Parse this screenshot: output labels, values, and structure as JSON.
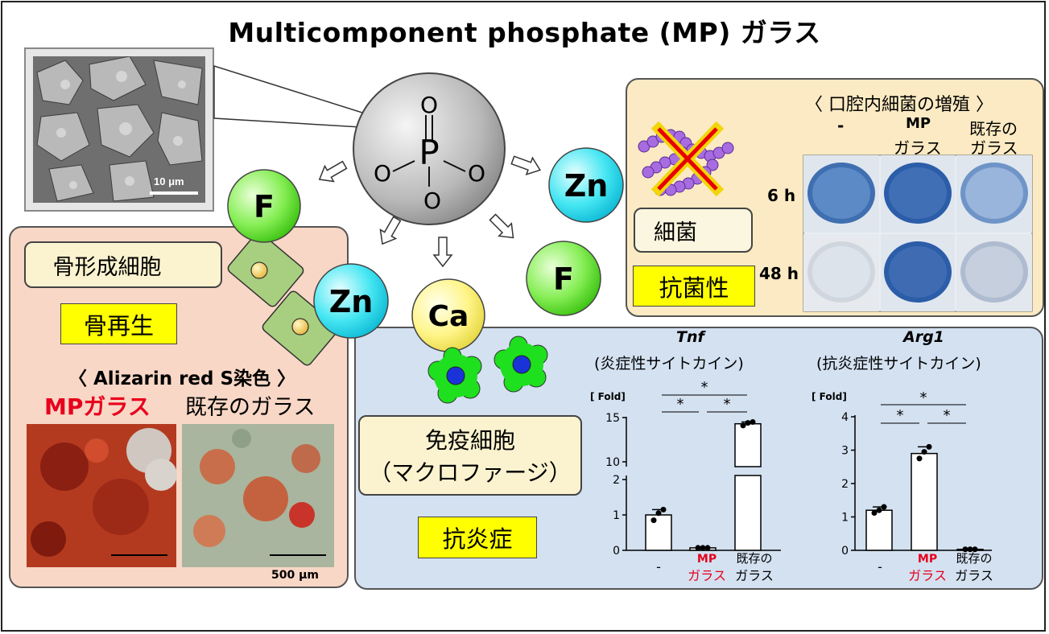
{
  "title": "Multicomponent phosphate (MP) ガラス",
  "sem": {
    "scale": "10 μm"
  },
  "molecule": {
    "P": "P",
    "O_top": "O",
    "O_left": "O",
    "O_right": "O",
    "O_bottom": "O"
  },
  "ions": {
    "F": "F",
    "Zn": "Zn",
    "Ca": "Ca"
  },
  "bone": {
    "cell_label": "骨形成細胞",
    "effect": "骨再生",
    "stain_title": "〈 Alizarin red S染色 〉",
    "mp_label": "MPガラス",
    "existing_label": "既存のガラス",
    "scale": "500 μm"
  },
  "bacteria": {
    "title": "〈 口腔内細菌の増殖 〉",
    "cols": [
      "-",
      "MP\nガラス",
      "既存の\nガラス"
    ],
    "col_control": "-",
    "col_mp_1": "MP",
    "col_mp_2": "ガラス",
    "col_ex_1": "既存の",
    "col_ex_2": "ガラス",
    "row_6h": "6 h",
    "row_48h": "48 h",
    "bacteria_label": "細菌",
    "effect": "抗菌性"
  },
  "immune": {
    "cell_line1": "免疫細胞",
    "cell_line2": "（マクロファージ）",
    "effect": "抗炎症",
    "colors": {
      "mp": "#e8001c",
      "cell_green": "#1ee01e",
      "nucleus": "#1a33d9"
    }
  },
  "chart_data": [
    {
      "type": "bar",
      "title": "Tnf",
      "subtitle": "(炎症性サイトカイン)",
      "ylabel": "[ Fold]",
      "categories": [
        "-",
        "MP ガラス",
        "既存の ガラス"
      ],
      "values": [
        1.0,
        0.07,
        14.3
      ],
      "points": [
        [
          0.85,
          1.05,
          1.15
        ],
        [
          0.07,
          0.07,
          0.07
        ],
        [
          14.1,
          14.4,
          14.5
        ]
      ],
      "yaxis_break": [
        2,
        10
      ],
      "yticks": [
        0,
        1,
        2,
        10,
        15
      ],
      "significance": [
        "*",
        "*",
        "*"
      ]
    },
    {
      "type": "bar",
      "title": "Arg1",
      "subtitle": "(抗炎症性サイトカイン)",
      "ylabel": "[ Fold]",
      "categories": [
        "-",
        "MP ガラス",
        "既存の ガラス"
      ],
      "values": [
        1.2,
        2.9,
        0.03
      ],
      "points": [
        [
          1.12,
          1.2,
          1.3
        ],
        [
          2.75,
          2.95,
          3.1
        ],
        [
          0.03,
          0.03,
          0.03
        ]
      ],
      "yticks": [
        0,
        1,
        2,
        3,
        4
      ],
      "significance": [
        "*",
        "*",
        "*"
      ]
    }
  ]
}
